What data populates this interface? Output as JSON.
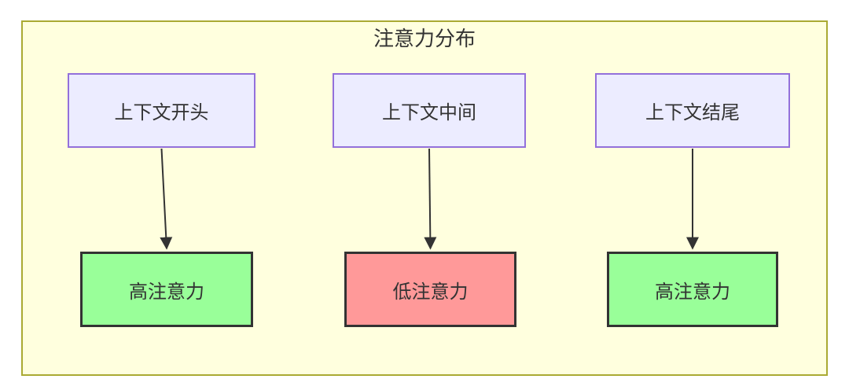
{
  "diagram": {
    "title": "注意力分布",
    "top_nodes": [
      {
        "label": "上下文开头"
      },
      {
        "label": "上下文中间"
      },
      {
        "label": "上下文结尾"
      }
    ],
    "bottom_nodes": [
      {
        "label": "高注意力",
        "type": "high"
      },
      {
        "label": "低注意力",
        "type": "low"
      },
      {
        "label": "高注意力",
        "type": "high"
      }
    ],
    "edges": [
      {
        "from": "上下文开头",
        "to": "高注意力"
      },
      {
        "from": "上下文中间",
        "to": "低注意力"
      },
      {
        "from": "上下文结尾",
        "to": "高注意力"
      }
    ],
    "colors": {
      "container_bg": "#ffffde",
      "container_border": "#aaaa33",
      "context_bg": "#ececff",
      "context_border": "#9370db",
      "high_bg": "#99ff99",
      "low_bg": "#ff9999",
      "node_border_dark": "#333333",
      "arrow": "#333333",
      "text": "#333333"
    }
  }
}
